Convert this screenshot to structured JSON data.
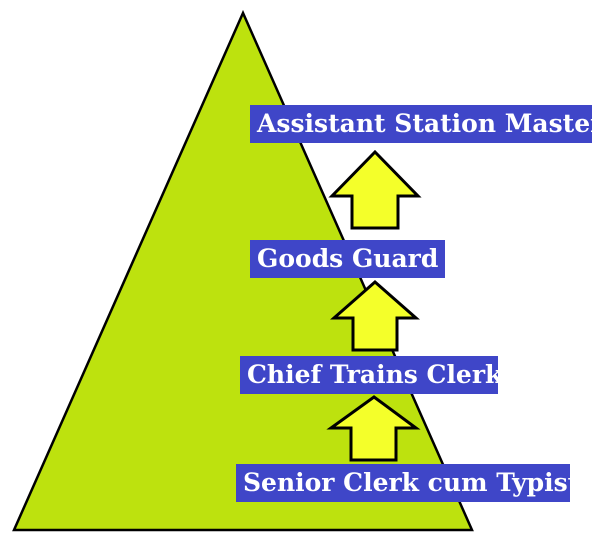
{
  "colors": {
    "triangle_fill": "#bde20e",
    "triangle_stroke": "#000000",
    "label_background": "#3f46c8",
    "label_text": "#ffffff",
    "arrow_fill": "#f4ff2a",
    "arrow_stroke": "#000000"
  },
  "hierarchy": {
    "levels": [
      {
        "label": "Assistant Station Master"
      },
      {
        "label": "Goods Guard"
      },
      {
        "label": "Chief Trains Clerk"
      },
      {
        "label": "Senior Clerk cum Typist"
      }
    ],
    "arrow_icon": "up-arrow-icon"
  }
}
